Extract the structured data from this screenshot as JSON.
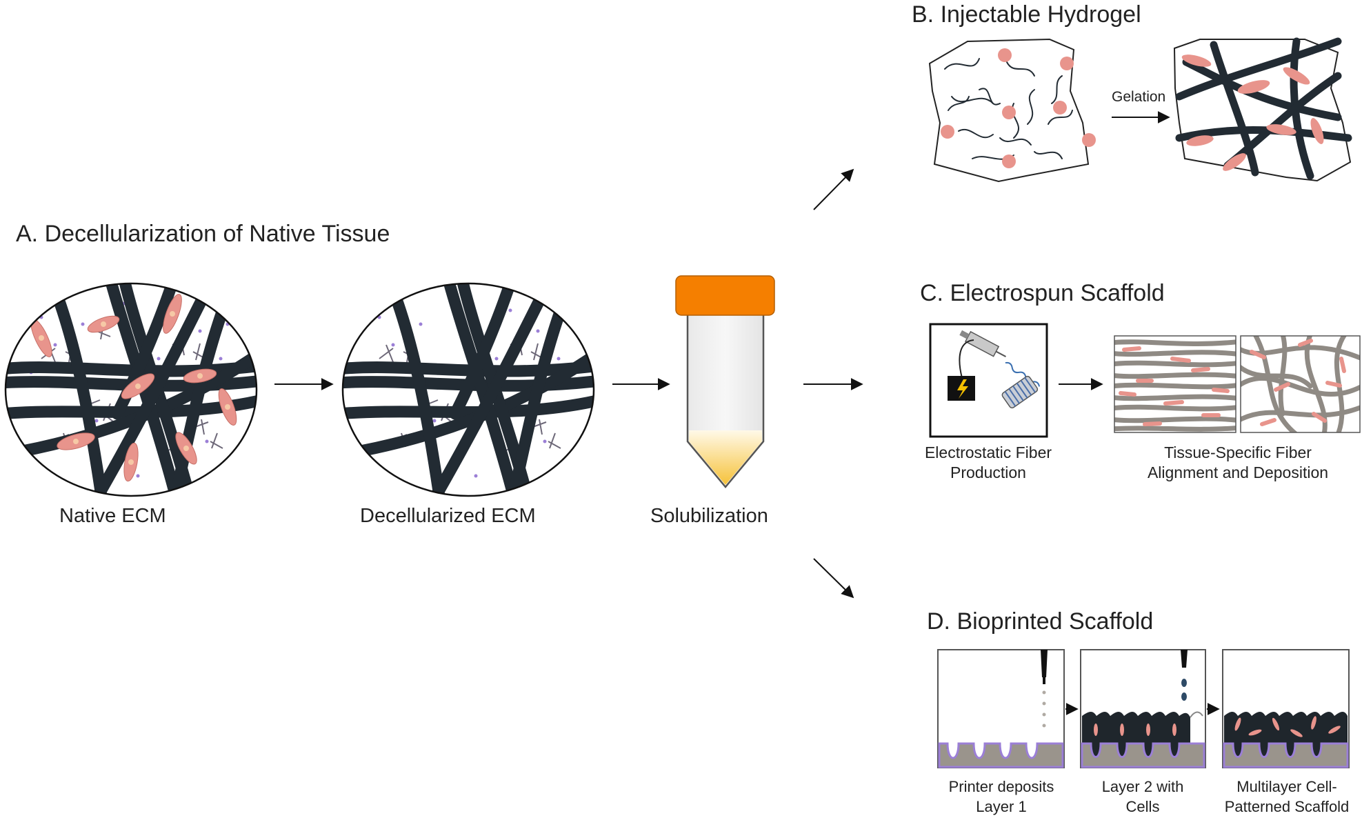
{
  "section_a": {
    "title": "A. Decellularization of Native Tissue",
    "caption_native": "Native ECM",
    "caption_decell": "Decellularized ECM",
    "caption_solub": "Solubilization"
  },
  "section_b": {
    "title": "B. Injectable Hydrogel",
    "arrow_label": "Gelation"
  },
  "section_c": {
    "title": "C. Electrospun Scaffold",
    "caption_left_1": "Electrostatic Fiber",
    "caption_left_2": "Production",
    "caption_right_1": "Tissue-Specific Fiber",
    "caption_right_2": "Alignment and Deposition"
  },
  "section_d": {
    "title": "D. Bioprinted Scaffold",
    "step1_1": "Printer deposits",
    "step1_2": "Layer 1",
    "step2_1": "Layer 2 with",
    "step2_2": "Cells",
    "step3_1": "Multilayer Cell-",
    "step3_2": "Patterned Scaffold"
  },
  "colors": {
    "fiber": "#222b33",
    "cell": "#e8948c",
    "cell_nucleus": "#f6c9a6",
    "dot": "#9b7fd6",
    "mesh": "#6d6878",
    "tube_cap": "#f57f00",
    "tube_liquid": "#f6c94a",
    "spun_fiber": "#8f8a84",
    "substrate": "#9a948c",
    "substrate_edge": "#9b7fd6"
  }
}
